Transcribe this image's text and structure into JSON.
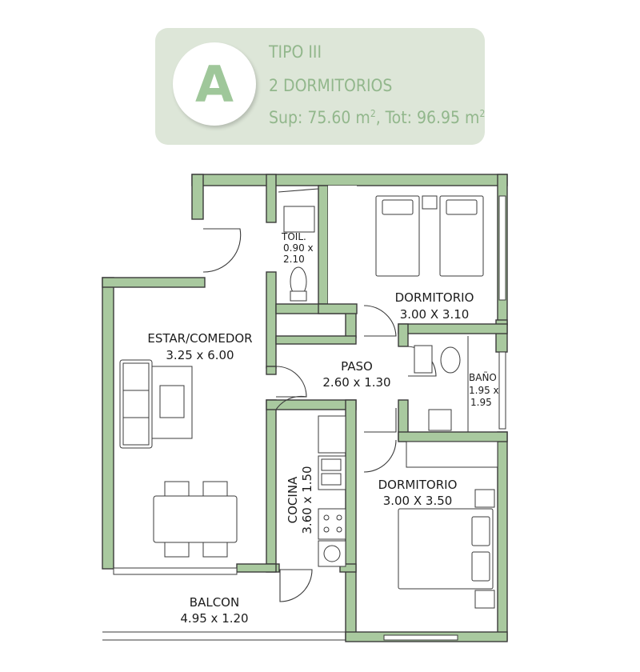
{
  "header": {
    "badge_letter": "A",
    "line1": "TIPO III",
    "line2": "2 DORMITORIOS",
    "sup_label": "Sup: 75.60 m",
    "sup_exp": "2",
    "tot_label": ", Tot: 96.95 m",
    "tot_exp": "2"
  },
  "rooms": {
    "estar_name": "ESTAR/COMEDOR",
    "estar_size": "3.25 x 6.00",
    "toil_name": "TOIL.",
    "toil_size1": "0.90 x",
    "toil_size2": "2.10",
    "dorm1_name": "DORMITORIO",
    "dorm1_size": "3.00 X 3.10",
    "paso_name": "PASO",
    "paso_size": "2.60 x 1.30",
    "bano_name": "BAÑO",
    "bano_size1": "1.95 x",
    "bano_size2": "1.95",
    "cocina_name": "COCINA",
    "cocina_size": "3.60 x 1.50",
    "dorm2_name": "DORMITORIO",
    "dorm2_size": "3.00 X 3.50",
    "balcon_name": "BALCON",
    "balcon_size": "4.95 x 1.20"
  },
  "colors": {
    "wall_fill": "#a9c99f",
    "wall_stroke": "#3b3b3b",
    "accent_light": "#dde6d8",
    "accent_text": "#92b78c"
  }
}
